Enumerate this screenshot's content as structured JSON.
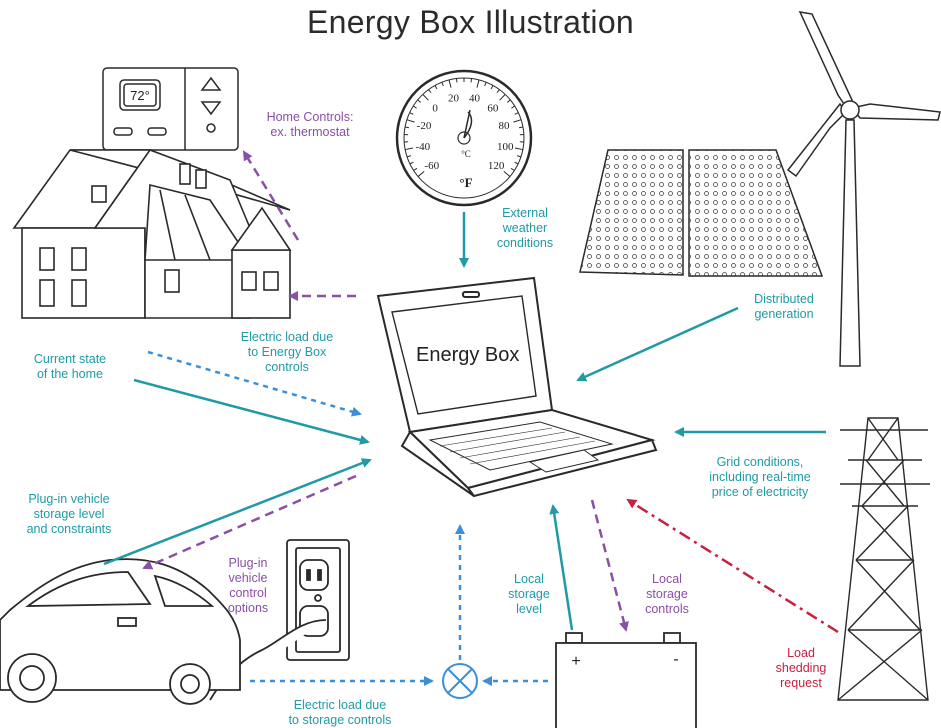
{
  "title": "Energy Box Illustration",
  "center_label": "Energy Box",
  "thermostat": {
    "display": "72°"
  },
  "gauge": {
    "ticks": [
      "-60",
      "-40",
      "-20",
      "0",
      "20",
      "40",
      "60",
      "80",
      "100",
      "120"
    ],
    "unit_c": "°C",
    "unit_f": "°F"
  },
  "battery": {
    "plus": "+",
    "minus": "-"
  },
  "labels": {
    "home_controls": [
      "Home Controls:",
      "ex. thermostat"
    ],
    "external_weather": [
      "External",
      "weather",
      "conditions"
    ],
    "distributed_generation": [
      "Distributed",
      "generation"
    ],
    "electric_load_box": [
      "Electric load due",
      "to Energy Box",
      "controls"
    ],
    "current_state": [
      "Current state",
      "of the home"
    ],
    "grid_conditions": [
      "Grid conditions,",
      "including real-time",
      "price of electricity"
    ],
    "plugin_storage": [
      "Plug-in vehicle",
      "storage level",
      "and constraints"
    ],
    "plugin_control": [
      "Plug-in",
      "vehicle",
      "control",
      "options"
    ],
    "local_storage_level": [
      "Local",
      "storage",
      "level"
    ],
    "local_storage_controls": [
      "Local",
      "storage",
      "controls"
    ],
    "load_shedding": [
      "Load",
      "shedding",
      "request"
    ],
    "electric_load_storage": [
      "Electric load due",
      "to storage controls"
    ]
  },
  "colors": {
    "teal": "#1f9aa6",
    "purple": "#8a4fa6",
    "red": "#c8203f",
    "blue": "#3a8fd8",
    "line": "#2a2a2a"
  }
}
